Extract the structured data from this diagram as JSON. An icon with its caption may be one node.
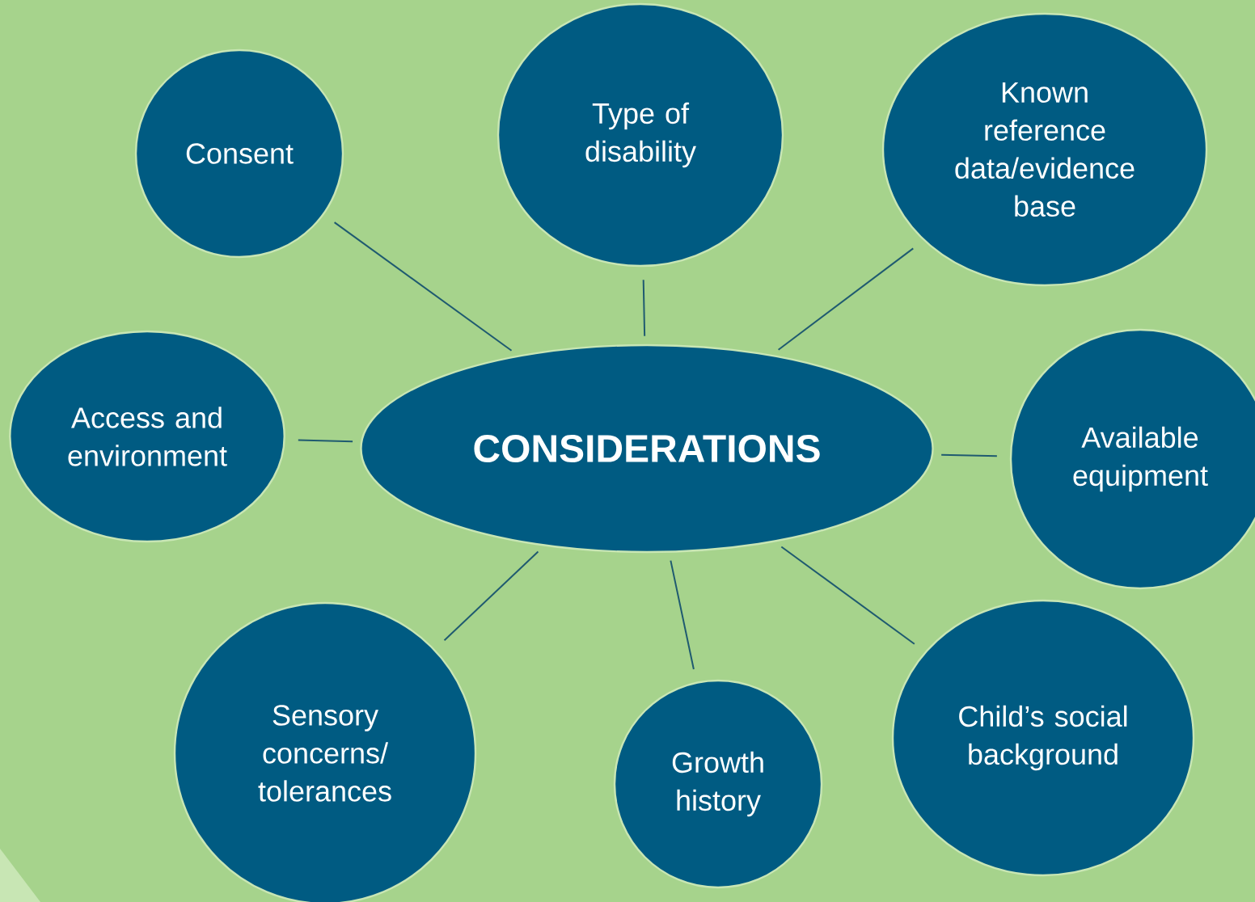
{
  "diagram": {
    "nodes": [
      {
        "text": [
          "Consent"
        ]
      },
      {
        "text": [
          "Type of disability"
        ]
      },
      {
        "text": [
          "Known reference data/evidence base"
        ]
      },
      {
        "text": [
          "Access and environment"
        ]
      },
      {
        "text": [
          "CONSIDERATIONS"
        ]
      },
      {
        "text": [
          "Available equipment"
        ]
      },
      {
        "text": [
          "Sensory concerns/ tolerances"
        ]
      },
      {
        "text": [
          "Growth history"
        ]
      },
      {
        "text": [
          "Child’s social background"
        ]
      }
    ],
    "edges": [
      {
        "from": 4,
        "to": 0,
        "arrow": "none"
      },
      {
        "from": 4,
        "to": 1,
        "arrow": "none"
      },
      {
        "from": 4,
        "to": 2,
        "arrow": "none"
      },
      {
        "from": 4,
        "to": 3,
        "arrow": "none"
      },
      {
        "from": 4,
        "to": 5,
        "arrow": "none"
      },
      {
        "from": 4,
        "to": 6,
        "arrow": "none"
      },
      {
        "from": 4,
        "to": 7,
        "arrow": "none"
      },
      {
        "from": 4,
        "to": 8,
        "arrow": "none"
      }
    ]
  }
}
